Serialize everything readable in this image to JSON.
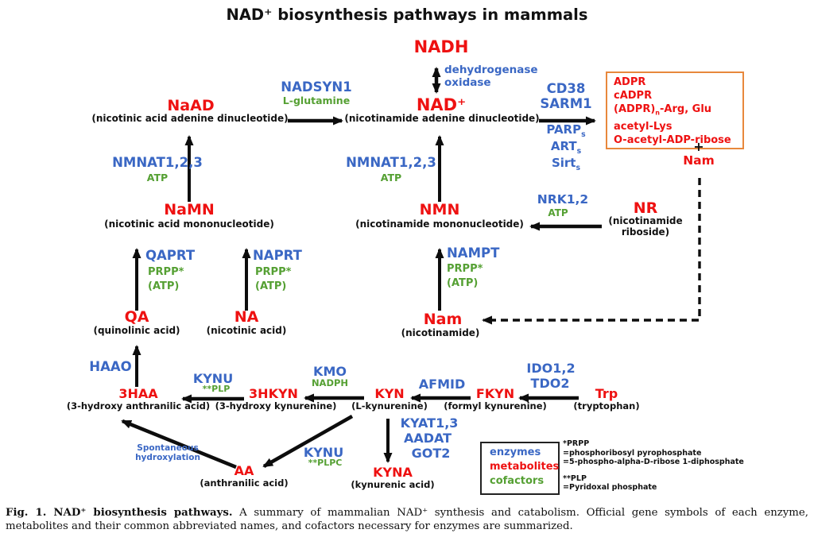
{
  "title": "NAD⁺ biosynthesis pathways in mammals",
  "colors": {
    "enzyme": "#3a67c4",
    "metabolite": "#ee1111",
    "cofactor": "#55a033",
    "products_box_border": "#e8883c"
  },
  "metabolites": {
    "nadh": {
      "abbr": "NADH"
    },
    "nad": {
      "abbr": "NAD⁺",
      "full": "(nicotinamide adenine dinucleotide)"
    },
    "naad": {
      "abbr": "NaAD",
      "full": "(nicotinic acid adenine dinucleotide)"
    },
    "namn": {
      "abbr": "NaMN",
      "full": "(nicotinic acid mononucleotide)"
    },
    "nmn": {
      "abbr": "NMN",
      "full": "(nicotinamide mononucleotide)"
    },
    "nr": {
      "abbr": "NR",
      "full": "(nicotinamide riboside)"
    },
    "qa": {
      "abbr": "QA",
      "full": "(quinolinic acid)"
    },
    "na": {
      "abbr": "NA",
      "full": "(nicotinic acid)"
    },
    "nam": {
      "abbr": "Nam",
      "full": "(nicotinamide)"
    },
    "nam_byproduct": {
      "abbr": "Nam"
    },
    "trp": {
      "abbr": "Trp",
      "full": "(tryptophan)"
    },
    "fkyn": {
      "abbr": "FKYN",
      "full": "(formyl kynurenine)"
    },
    "kyn": {
      "abbr": "KYN",
      "full": "(L-kynurenine)"
    },
    "hkyn3": {
      "abbr": "3HKYN",
      "full": "(3-hydroxy kynurenine)"
    },
    "haa3": {
      "abbr": "3HAA",
      "full": "(3-hydroxy anthranilic acid)"
    },
    "aa": {
      "abbr": "AA",
      "full": "(anthranilic acid)"
    },
    "kyna": {
      "abbr": "KYNA",
      "full": "(kynurenic acid)"
    }
  },
  "degradation_products": {
    "line1": "ADPR",
    "line2": "cADPR",
    "line3_pre": "(ADPR)",
    "line3_sub": "n",
    "line3_post": "-Arg, Glu",
    "line4": "acetyl-Lys",
    "line5": "O-acetyl-ADP-ribose",
    "plus": "+"
  },
  "enzymes": {
    "dehydrogenase": "dehydrogenase",
    "oxidase": "oxidase",
    "nadsyn1": "NADSYN1",
    "cd38": "CD38",
    "sarm1": "SARM1",
    "parps": {
      "base": "PARP",
      "sub": "s"
    },
    "arts": {
      "base": "ART",
      "sub": "s"
    },
    "sirts": {
      "base": "Sirt",
      "sub": "s"
    },
    "nmnat_naad": "NMNAT1,2,3",
    "nmnat_nad": "NMNAT1,2,3",
    "nrk12": "NRK1,2",
    "qaprt": "QAPRT",
    "naprt": "NAPRT",
    "nampt": "NAMPT",
    "haao": "HAAO",
    "kynu_3hkyn": "KYNU",
    "kmo": "KMO",
    "afmid": "AFMID",
    "ido12": "IDO1,2",
    "tdo2": "TDO2",
    "kyat13": "KYAT1,3",
    "aadat": "AADAT",
    "got2": "GOT2",
    "kynu_aa": "KYNU",
    "spontaneous": "Spontaneous hydroxylation"
  },
  "cofactors": {
    "l_glutamine": "L-glutamine",
    "atp_nmnat_naad": "ATP",
    "atp_nmnat_nad": "ATP",
    "atp_nrk": "ATP",
    "prpp_qaprt": "PRPP*",
    "atp_qaprt": "(ATP)",
    "prpp_naprt": "PRPP*",
    "atp_naprt": "(ATP)",
    "prpp_nampt": "PRPP*",
    "atp_nampt": "(ATP)",
    "plp_kynu": "**PLP",
    "nadph_kmo": "NADPH",
    "plpc_kynu": "**PLPC"
  },
  "legend": {
    "enzymes": "enzymes",
    "metabolites": "metabolites",
    "cofactors": "cofactors"
  },
  "footnotes": {
    "prpp_label": "*PRPP",
    "prpp_def1": "=phosphoribosyl pyrophosphate",
    "prpp_def2": "=5-phospho-alpha-D-ribose 1-diphosphate",
    "plp_label": "**PLP",
    "plp_def": "=Pyridoxal phosphate"
  },
  "caption": {
    "bold": "Fig. 1. NAD⁺ biosynthesis pathways.",
    "rest": " A summary of mammalian NAD⁺ synthesis and catabolism. Official gene symbols of each enzyme, metabolites and their common abbreviated names, and cofactors necessary for enzymes are summarized."
  }
}
